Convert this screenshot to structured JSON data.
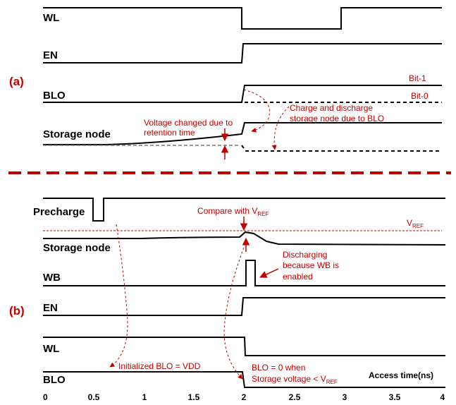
{
  "panel_a": {
    "label": "(a)",
    "signals": {
      "wl": "WL",
      "en": "EN",
      "blo": "BLO",
      "storage": "Storage node"
    },
    "bit1": "Bit-1",
    "bit0": "Bit-0",
    "anno_retention": [
      "Voltage changed due to",
      "retention time"
    ],
    "anno_charge": [
      "Charge and discharge",
      "storage node due to BLO"
    ]
  },
  "panel_b": {
    "label": "(b)",
    "signals": {
      "precharge": "Precharge",
      "storage": "Storage node",
      "wb": "WB",
      "en": "EN",
      "wl": "WL",
      "blo": "BLO"
    },
    "compare": {
      "text": "Compare with V",
      "sub": "REF"
    },
    "vref": {
      "text": "V",
      "sub": "REF"
    },
    "discharging": [
      "Discharging",
      "because WB is",
      "enabled"
    ],
    "init_blo": "Initialized BLO = VDD",
    "blo_zero": [
      "BLO = 0 when",
      "Storage voltage < V"
    ],
    "blo_zero_sub": "REF"
  },
  "axis": {
    "title": "Access time(ns)",
    "ticks": [
      "0",
      "0.5",
      "1",
      "1.5",
      "2",
      "2.5",
      "3",
      "3.5",
      "4"
    ]
  },
  "colors": {
    "accent": "#c00000",
    "signal": "#000000"
  }
}
